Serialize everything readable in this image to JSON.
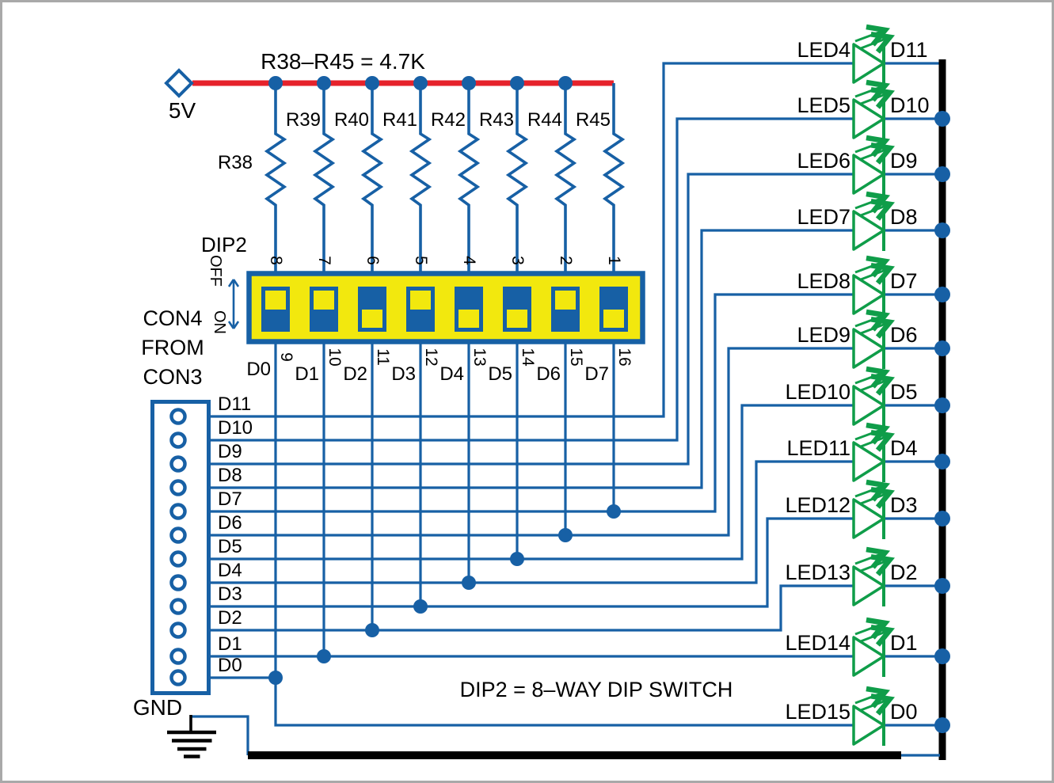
{
  "colors": {
    "wire_blue": "#1760a5",
    "rail_red": "#e6222b",
    "dip_yellow": "#f2e80e",
    "led_green": "#0f9d49",
    "bus_black": "#000000",
    "frame_gray": "#a9a9a9"
  },
  "power": {
    "supply_label": "5V"
  },
  "resistors": {
    "title": "R38–R45 = 4.7K",
    "labels": [
      "R38",
      "R39",
      "R40",
      "R41",
      "R42",
      "R43",
      "R44",
      "R45"
    ]
  },
  "dip_switch": {
    "label": "DIP2",
    "off_label": "OFF",
    "on_label": "ON",
    "pins_top": [
      "8",
      "7",
      "6",
      "5",
      "4",
      "3",
      "2",
      "1"
    ],
    "pins_bottom": [
      "9",
      "10",
      "11",
      "12",
      "13",
      "14",
      "15",
      "16"
    ],
    "column_signals": [
      "D0",
      "D1",
      "D2",
      "D3",
      "D4",
      "D5",
      "D6",
      "D7"
    ],
    "switch_positions": [
      "on",
      "on",
      "off",
      "on",
      "off",
      "off",
      "on",
      "off"
    ]
  },
  "connector": {
    "label_lines": [
      "CON4",
      "FROM",
      "CON3"
    ],
    "row_labels": [
      "D11",
      "D10",
      "D9",
      "D8",
      "D7",
      "D6",
      "D5",
      "D4",
      "D3",
      "D2",
      "D1",
      "D0"
    ],
    "pin_count": 12
  },
  "ground": {
    "label": "GND"
  },
  "note": {
    "text": "DIP2 = 8–WAY DIP SWITCH"
  },
  "leds": [
    {
      "name": "LED4",
      "signal": "D11"
    },
    {
      "name": "LED5",
      "signal": "D10"
    },
    {
      "name": "LED6",
      "signal": "D9"
    },
    {
      "name": "LED7",
      "signal": "D8"
    },
    {
      "name": "LED8",
      "signal": "D7"
    },
    {
      "name": "LED9",
      "signal": "D6"
    },
    {
      "name": "LED10",
      "signal": "D5"
    },
    {
      "name": "LED11",
      "signal": "D4"
    },
    {
      "name": "LED12",
      "signal": "D3"
    },
    {
      "name": "LED13",
      "signal": "D2"
    },
    {
      "name": "LED14",
      "signal": "D1"
    },
    {
      "name": "LED15",
      "signal": "D0"
    }
  ]
}
